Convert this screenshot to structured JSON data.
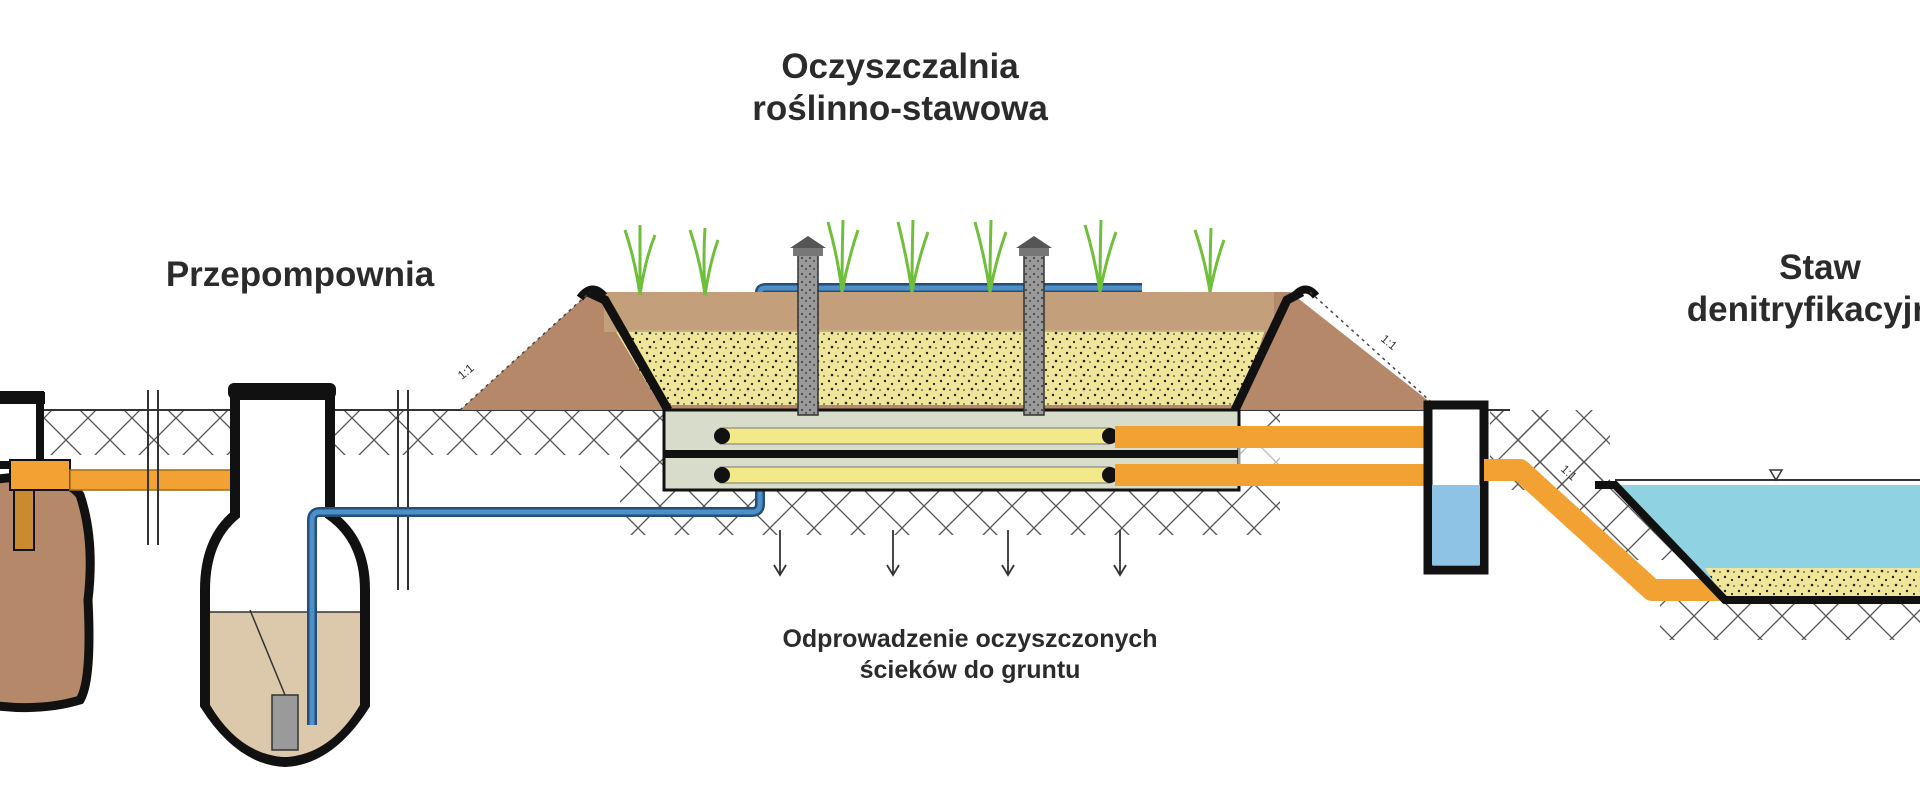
{
  "labels": {
    "title": [
      "Oczyszczalnia",
      "roślinno-stawowa"
    ],
    "pump_station": "Przepompownia",
    "denitrification_pond": [
      "Staw",
      "denitryfikacyjny"
    ],
    "drainage": [
      "Odprowadzenie oczyszczonych",
      "ścieków do gruntu"
    ]
  },
  "slope_marks": [
    "1:1",
    "1:1",
    "1:1"
  ],
  "colors": {
    "soil": "#b48868",
    "sand": "#e9df90",
    "pipe_orange": "#f2a233",
    "pipe_blue": "#3e7ab2",
    "water": "#8fd3e2",
    "plant": "#6fbf3a",
    "outline": "#111111"
  }
}
